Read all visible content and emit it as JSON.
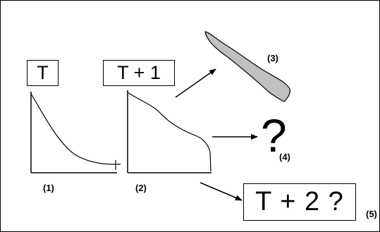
{
  "boxes": {
    "t": "T",
    "t1": "T + 1",
    "t2": "T + 2 ?"
  },
  "labels": {
    "one": "(1)",
    "two": "(2)",
    "three": "(3)",
    "four": "(4)",
    "five": "(5)"
  },
  "question": "?",
  "colors": {
    "blob_fill": "#c0c0c0",
    "line": "#000000"
  }
}
